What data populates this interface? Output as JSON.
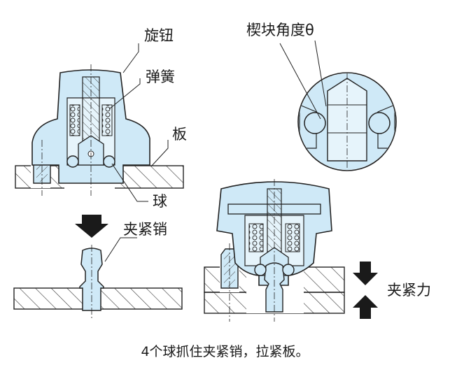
{
  "labels": {
    "knob": "旋钮",
    "spring": "弹簧",
    "plate": "板",
    "ball": "球",
    "clamp_pin": "夹紧销",
    "wedge_angle": "楔块角度θ",
    "clamp_force": "夹紧力"
  },
  "caption": "4个球抓住夹紧销，拉紧板。",
  "colors": {
    "part_fill": "#cfe9f7",
    "outline": "#222222",
    "hatch": "#333333",
    "arrow": "#1a1a1a"
  }
}
